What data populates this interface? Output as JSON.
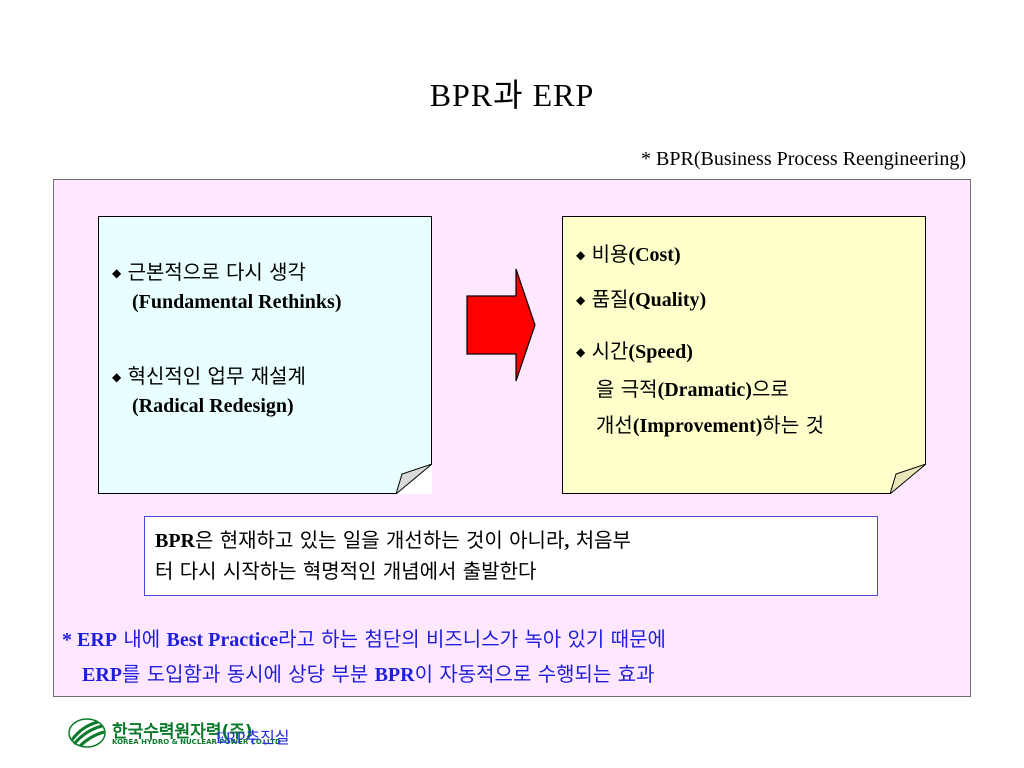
{
  "title": "BPR과 ERP",
  "subtitle": "* BPR(Business Process Reengineering)",
  "left_note": {
    "items": [
      {
        "bullet": "◆",
        "ko": "근본적으로 다시 생각",
        "en": "(Fundamental Rethinks)"
      },
      {
        "bullet": "◆",
        "ko": "혁신적인 업무 재설계",
        "en": "(Radical Redesign)"
      }
    ]
  },
  "right_note": {
    "items": [
      {
        "bullet": "◆",
        "ko": "비용",
        "en": "(Cost)"
      },
      {
        "bullet": "◆",
        "ko": "품질",
        "en": "(Quality)"
      },
      {
        "bullet": "◆",
        "ko": "시간",
        "en": "(Speed)"
      }
    ],
    "line1_pre": "을 극적",
    "line1_en": "(Dramatic)",
    "line1_post": "으로",
    "line2_pre": "개선",
    "line2_en": "(Improvement)",
    "line2_post": "하는 것"
  },
  "summary": {
    "bold": "BPR",
    "line1_rest": "은 현재하고 있는 일을 개선하는 것이 아니라",
    "comma": ",",
    "line1_tail": " 처음부",
    "line2": "터 다시 시작하는 혁명적인 개념에서 출발한다"
  },
  "erp_note": {
    "star": "* ",
    "erp1": "ERP",
    "t1": " 내에 ",
    "bp": "Best Practice",
    "t2": "라고 하는 첨단의 비즈니스가 녹아 있기 때문에",
    "erp2": "ERP",
    "t3": "를 도입함과 동시에 상당 부분 ",
    "bpr": "BPR",
    "t4": "이 자동적으로 수행되는 효과"
  },
  "footer": {
    "logo_ko": "한국수력원자력(주)",
    "logo_en": "KOREA HYDRO & NUCLEAR POWER CO.,LTD",
    "dept": "ERP추진실"
  },
  "colors": {
    "frame_bg": "#ffe8ff",
    "left_note_bg": "#e9ffff",
    "right_note_bg": "#ffffcc",
    "arrow": "#ff0000",
    "erp_note_text": "#1e1edc",
    "logo": "#0a7a2a"
  }
}
